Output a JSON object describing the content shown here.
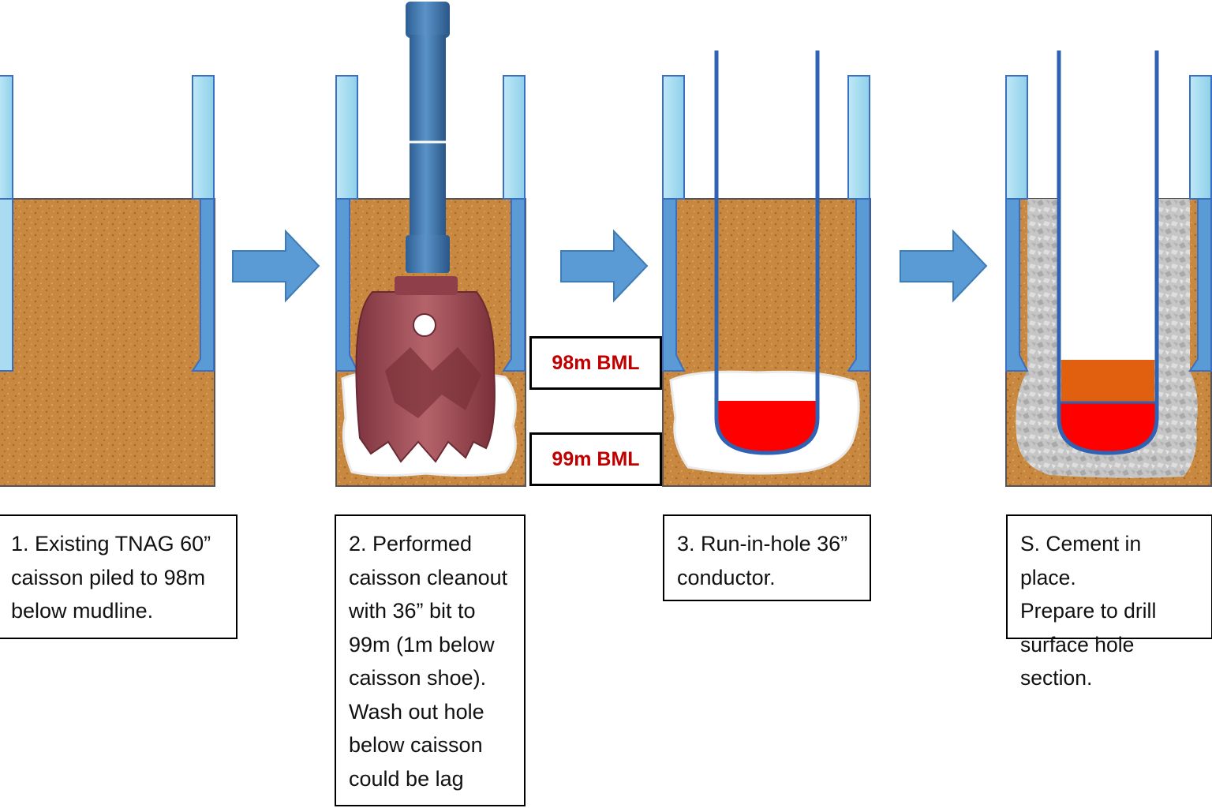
{
  "steps": [
    {
      "caption": "1. Existing TNAG 60”\ncaisson piled to 98m\nbelow mudline."
    },
    {
      "caption": "2. Performed\ncaisson cleanout\nwith 36” bit to\n99m (1m below\ncaisson shoe).\nWash out hole\nbelow caisson\ncould be lag"
    },
    {
      "caption": "3. Run-in-hole 36”\nconductor."
    },
    {
      "caption": "S. Cement in place.\nPrepare to drill\nsurface hole section."
    }
  ],
  "depth_labels": {
    "shoe": "98m BML",
    "bottom": "99m BML"
  },
  "colors": {
    "soil": "#c8883f",
    "water": "#a9dcf0",
    "caisson_outline": "#3a6fc4",
    "arrow": "#5b9bd5",
    "bit": "#9c4a52",
    "drill_pipe": "#3f78b0",
    "shoe_red": "#ff0000",
    "cement_orange": "#e06010",
    "cement_grey": "#c4c4c4",
    "text_red": "#c00000"
  }
}
